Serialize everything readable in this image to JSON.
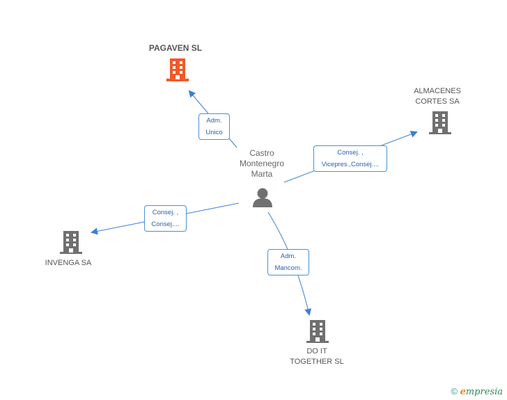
{
  "colors": {
    "main_company": "#f05a28",
    "company": "#707070",
    "person": "#707070",
    "edge": "#3a7fd5"
  },
  "nodes": {
    "main": {
      "name": "PAGAVEN SL",
      "icon": "building-icon"
    },
    "person": {
      "line1": "Castro",
      "line2": "Montenegro",
      "line3": "Marta",
      "icon": "person-icon"
    },
    "almacenes": {
      "line1": "ALMACENES",
      "line2": "CORTES SA",
      "icon": "building-icon"
    },
    "invenga": {
      "line1": "INVENGA SA",
      "icon": "building-icon"
    },
    "doit": {
      "line1": "DO IT",
      "line2": "TOGETHER  SL",
      "icon": "building-icon"
    }
  },
  "edges": {
    "pagaven": {
      "line1": "Adm.",
      "line2": "Unico"
    },
    "almacenes": {
      "line1": "Consej. ,",
      "line2": "Vicepres.,Consej...."
    },
    "invenga": {
      "line1": "Consej. ,",
      "line2": "Consej...."
    },
    "doit": {
      "line1": "Adm.",
      "line2": "Mancom."
    }
  },
  "footer": {
    "copyright_symbol": "©",
    "brand_initial": "e",
    "brand_rest": "mpresia"
  }
}
